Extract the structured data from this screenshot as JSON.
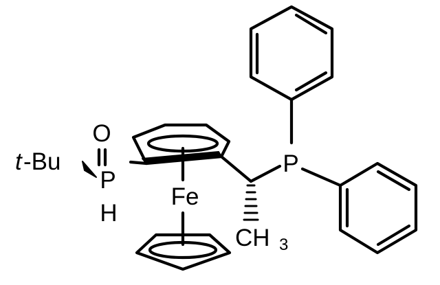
{
  "labels": {
    "oxygen": "O",
    "phosphorus_left": "P",
    "hydrogen": "H",
    "tbu_prefix": "t",
    "tbu_rest": "-Bu",
    "iron": "Fe",
    "phosphorus_right": "P",
    "methyl_main": "CH",
    "methyl_sub": "3"
  }
}
